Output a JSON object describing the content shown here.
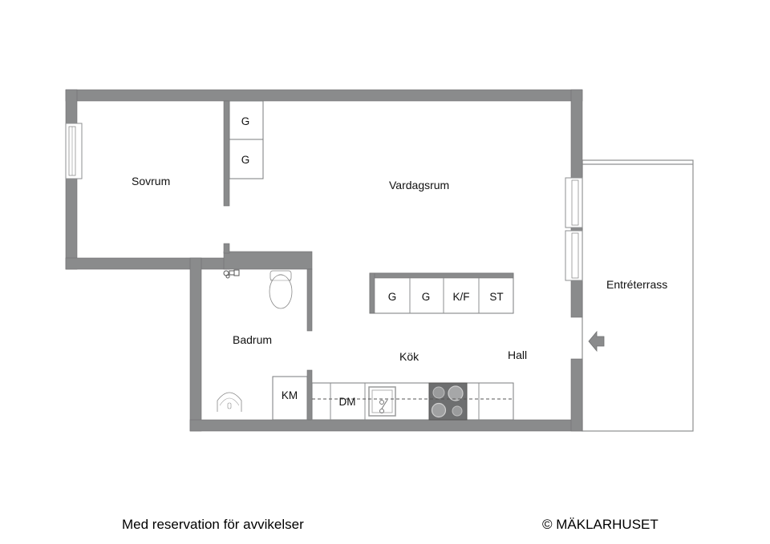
{
  "floorplan": {
    "rooms": {
      "sovrum": "Sovrum",
      "vardagsrum": "Vardagsrum",
      "badrum": "Badrum",
      "kok": "Kök",
      "hall": "Hall",
      "entreterrass": "Entréterrass"
    },
    "wardrobe_bedroom": [
      "G",
      "G"
    ],
    "island_units": [
      "G",
      "G",
      "K/F",
      "ST"
    ],
    "bathroom_units": {
      "washing_machine": "KM"
    },
    "kitchen_units": {
      "dishwasher": "DM"
    },
    "colors": {
      "wall": "#8a8b8c",
      "line": "#7a7b7c",
      "background": "#ffffff"
    }
  },
  "footer": {
    "disclaimer": "Med reservation för avvikelser",
    "copyright": "© MÄKLARHUSET"
  }
}
